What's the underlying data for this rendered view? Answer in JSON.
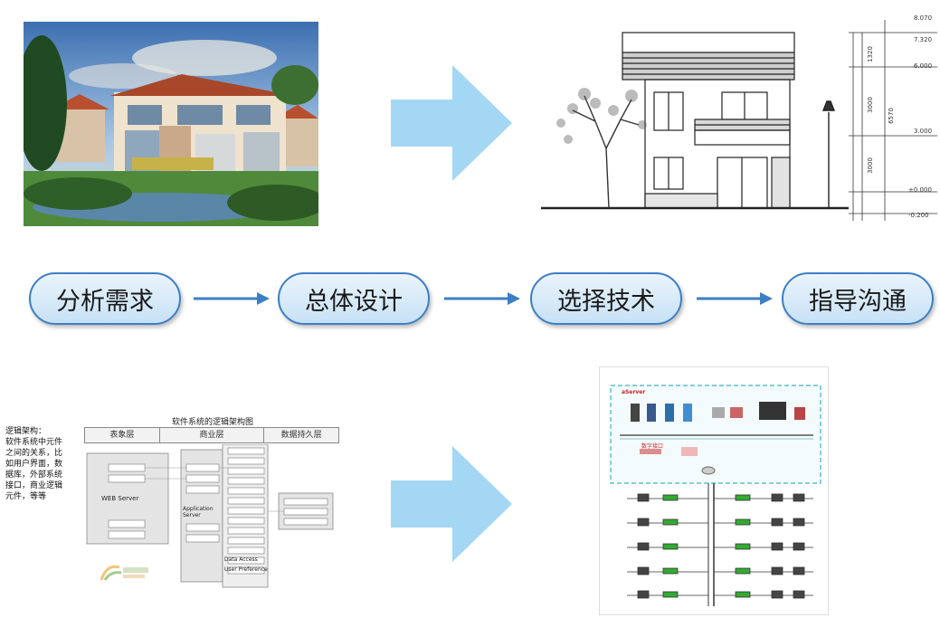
{
  "steps": [
    {
      "label": "分析需求"
    },
    {
      "label": "总体设计"
    },
    {
      "label": "选择技术"
    },
    {
      "label": "指导沟通"
    }
  ],
  "elevation": {
    "levels": [
      "8.070",
      "7.320",
      "6.000",
      "3.000",
      "±0.000",
      "-0.200"
    ],
    "dims": [
      "1320",
      "3000",
      "3000",
      "6570"
    ]
  },
  "software_diagram": {
    "title": "软件系统的逻辑架构图",
    "tiers": [
      "表象层",
      "商业层",
      "数据持久层"
    ],
    "note": "逻辑架构：\n软件系统中元件之间的关系，比如用户界面，数据库，外部系统接口，商业逻辑元件，等等",
    "web_server": "WEB Server",
    "app_server": "Application Server",
    "services": [
      "Data Access",
      "User Preference"
    ]
  },
  "network": {
    "label_top": "aServer",
    "label_mid": "数字接口"
  },
  "colors": {
    "accent": "#3d7ec4",
    "arrow": "#9ed4f2",
    "pill_fill": "#c7e1f5"
  }
}
